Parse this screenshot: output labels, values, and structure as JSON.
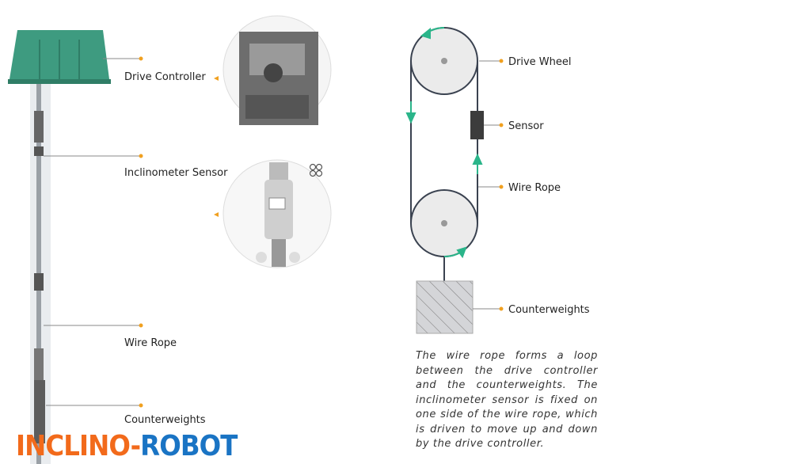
{
  "left_labels": {
    "drive_controller": "Drive Controller",
    "inclinometer_sensor": "Inclinometer Sensor",
    "wire_rope": "Wire Rope",
    "counterweights": "Counterweights"
  },
  "right_labels": {
    "drive_wheel": "Drive Wheel",
    "sensor": "Sensor",
    "wire_rope": "Wire Rope",
    "counterweights": "Counterweights"
  },
  "description": "The wire rope forms a loop between the drive controller and the counterweights. The inclinometer sensor is fixed on one side of the wire rope, which is driven to move up and down by the drive controller.",
  "logo": {
    "part1": "INCLINO-",
    "part2": "ROBOT"
  },
  "colors": {
    "accent": "#f0a020",
    "arrow": "#2bb58a",
    "controller": "#3e9b80",
    "logo_orange": "#f26a1b",
    "logo_blue": "#1a74c4"
  }
}
